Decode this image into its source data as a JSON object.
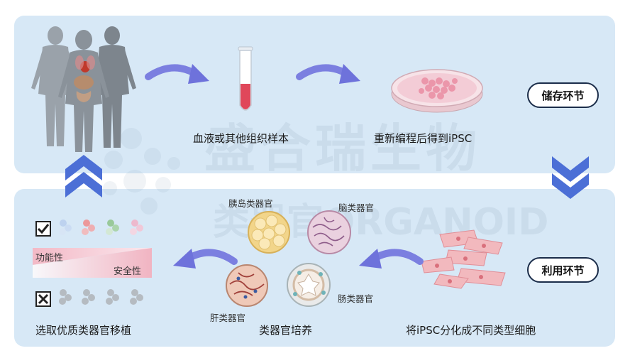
{
  "storage_badge": "储存环节",
  "usage_badge": "利用环节",
  "watermark": {
    "line1": "盛合瑞生物",
    "line2": "类器官ORGANOID"
  },
  "labels": {
    "blood_sample": "血液或其他组织样本",
    "ipsc": "重新编程后得到iPSC",
    "differentiate": "将iPSC分化成不同类型细胞",
    "organoid_culture": "类器官培养",
    "select_transplant": "选取优质类器官移植"
  },
  "organs": {
    "pancreas": "胰岛类器官",
    "brain": "脑类器官",
    "liver": "肝类器官",
    "intestine": "肠类器官"
  },
  "gradient": {
    "left": "功能性",
    "right": "安全性"
  },
  "colors": {
    "panel": "#d7e8f6",
    "arrow": "#7b7fe0",
    "chevron": "#4c6fd6",
    "badge_border": "#1b2d4a"
  }
}
